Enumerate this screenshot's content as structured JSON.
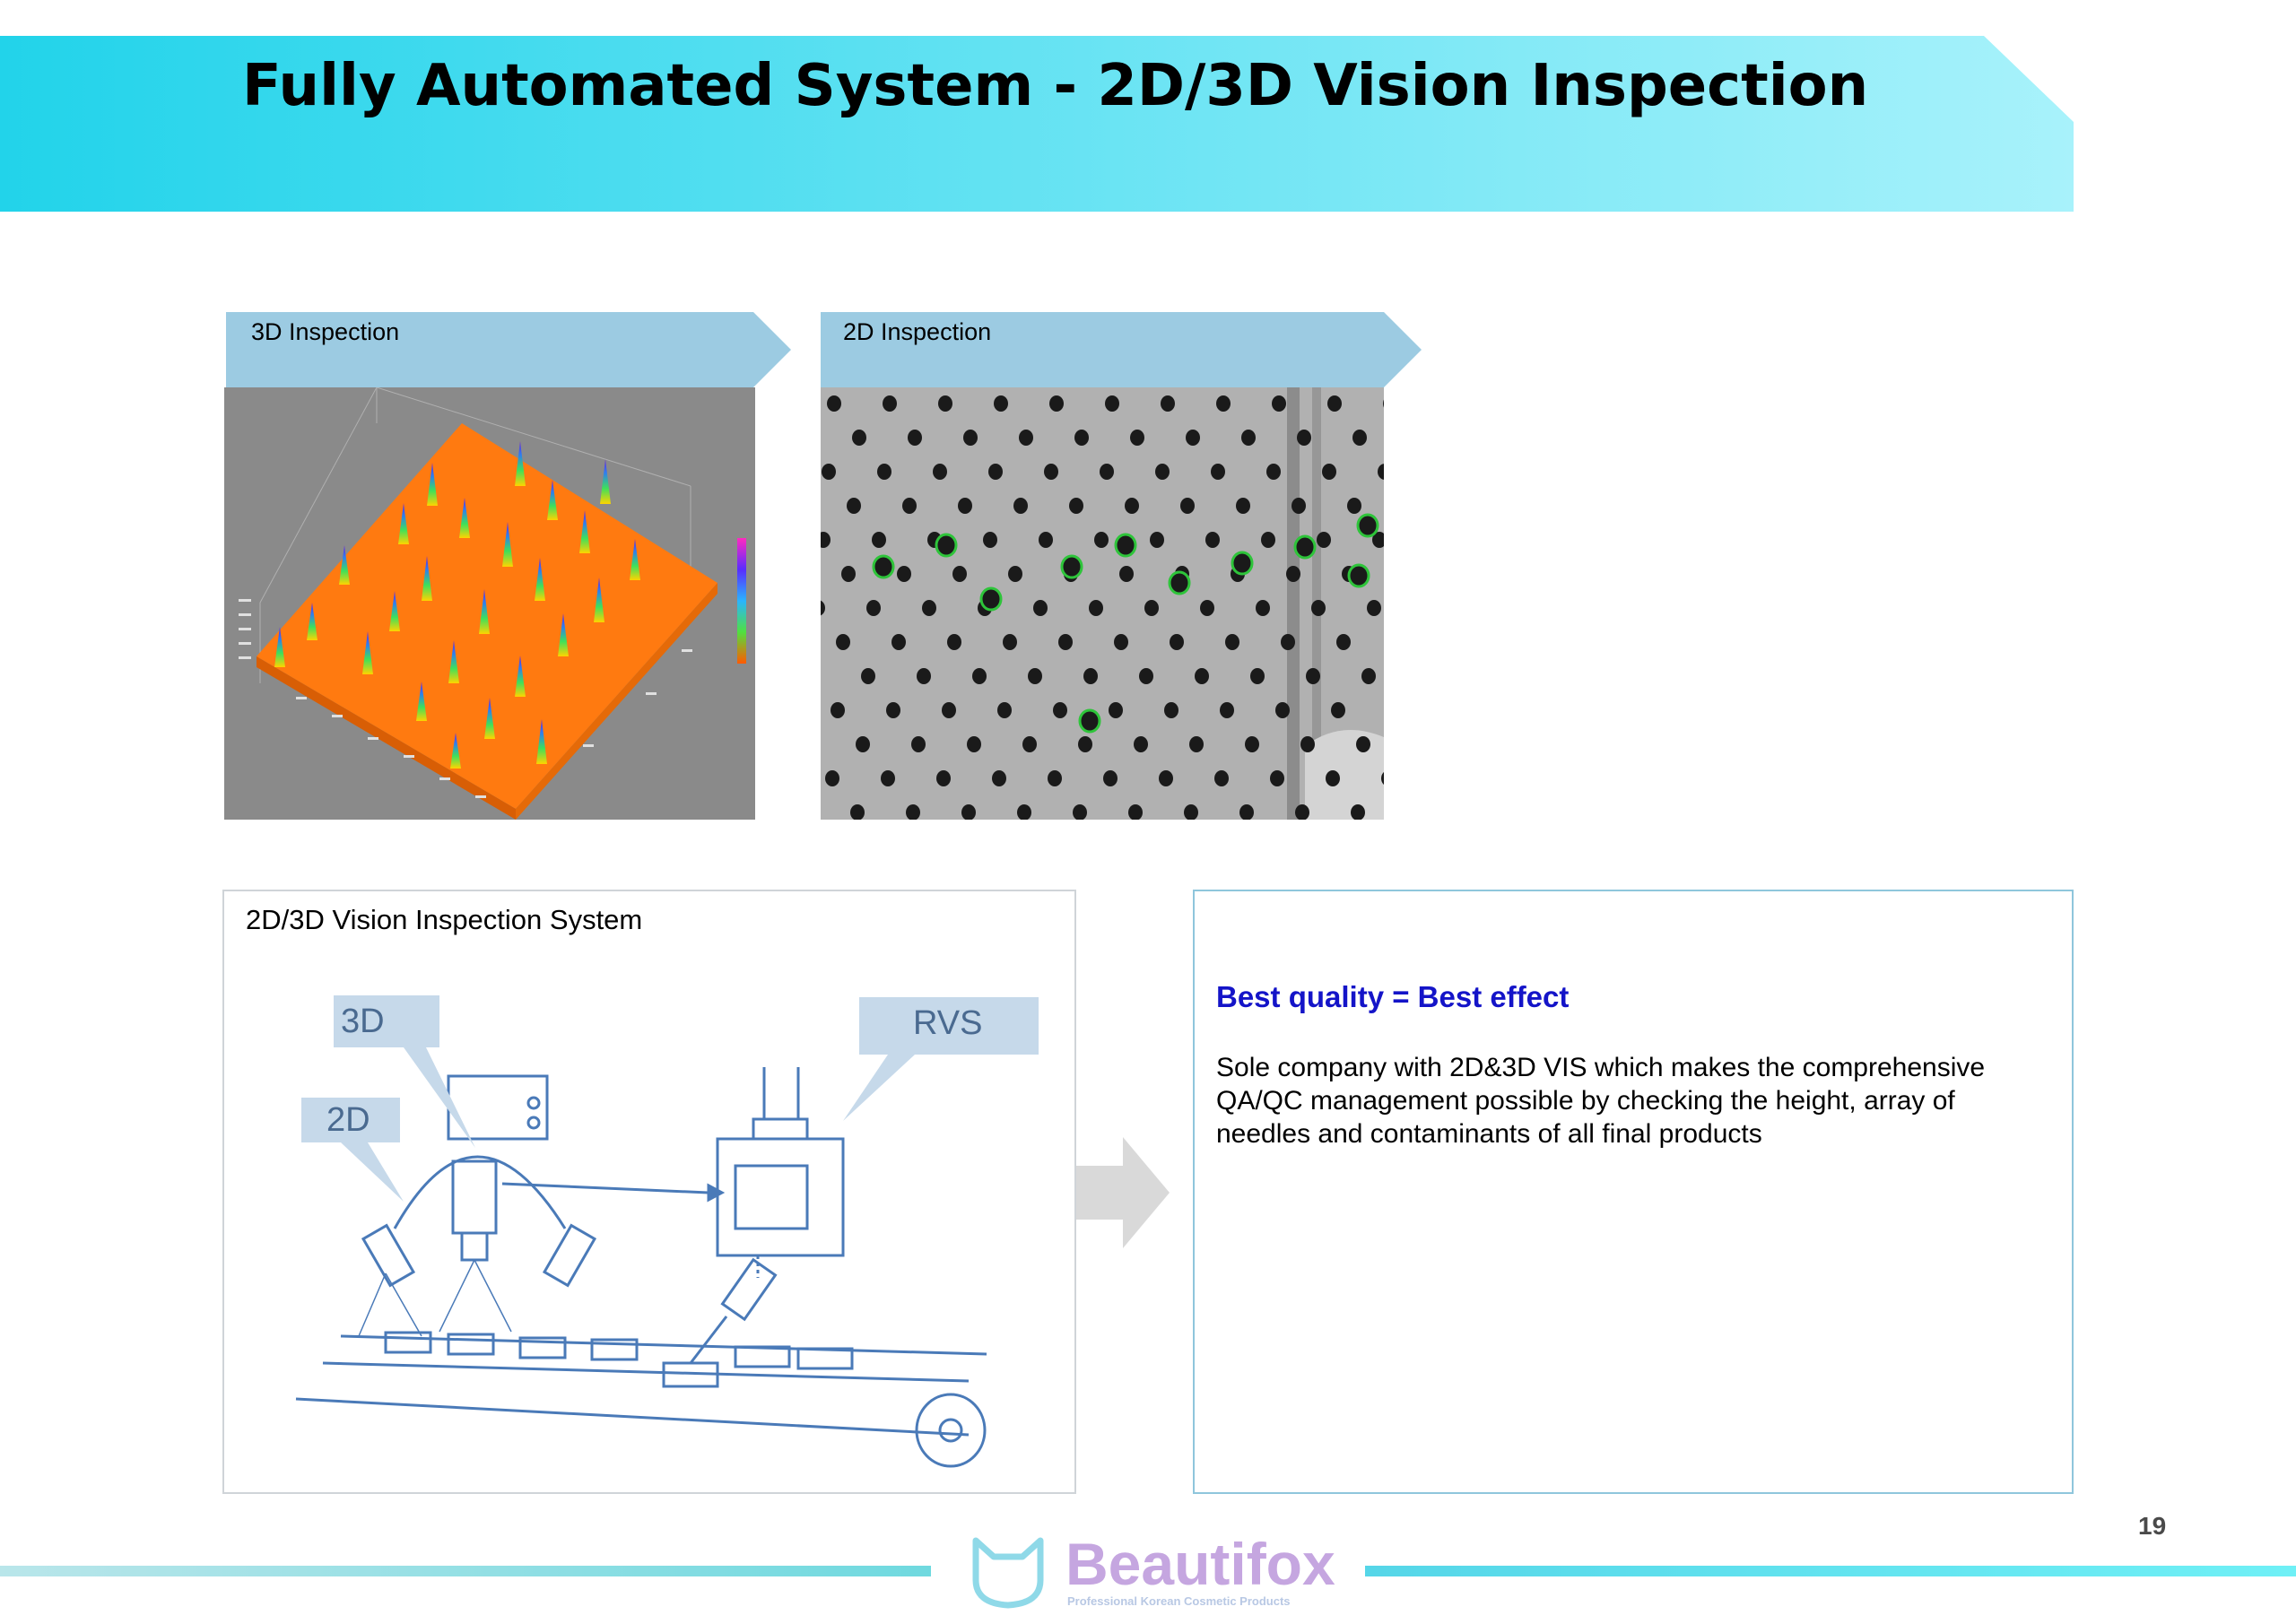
{
  "page": {
    "title": "Fully Automated System - 2D/3D Vision Inspection",
    "page_number": "19"
  },
  "panels": {
    "inspection_3d_label": "3D Inspection",
    "inspection_2d_label": "2D Inspection"
  },
  "system": {
    "title": "2D/3D Vision Inspection System",
    "callout_3d": "3D",
    "callout_2d": "2D",
    "callout_rvs": "RVS"
  },
  "quality": {
    "heading": "Best quality = Best effect",
    "body": "Sole company with 2D&3D VIS which makes the comprehensive QA/QC management possible by checking the height, array of needles and contaminants of all final products"
  },
  "footer": {
    "brand": "Beautifox",
    "brand_tagline": "Professional Korean Cosmetic Products"
  },
  "colors": {
    "banner_start": "#22d3ea",
    "banner_end": "#a8f2fb",
    "tab_blue": "#9ccbe2",
    "heading_blue": "#1414c8",
    "brand_purple": "#c5a6e0",
    "brand_teal": "#8fd9e8",
    "surface_orange": "#ff7a10"
  }
}
